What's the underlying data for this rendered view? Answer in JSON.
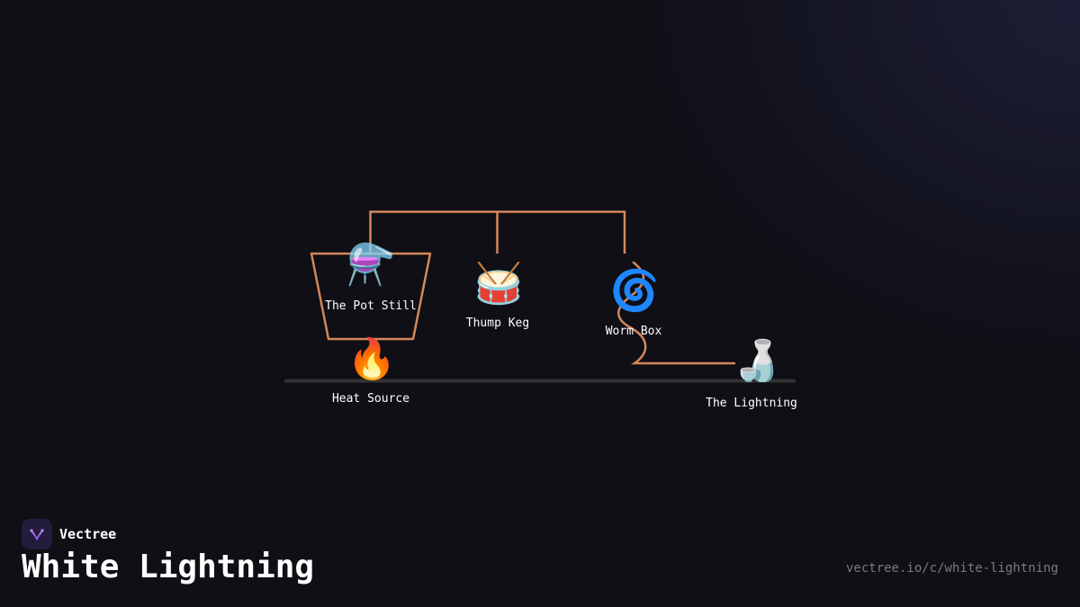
{
  "diagram": {
    "nodes": {
      "pot_still": {
        "label": "The Pot Still",
        "icon": "flask-icon",
        "emoji": "⚗️"
      },
      "thump_keg": {
        "label": "Thump Keg",
        "icon": "drum-icon",
        "emoji": "🥁"
      },
      "worm_box": {
        "label": "Worm Box",
        "icon": "cyclone-icon",
        "emoji": "🌀"
      },
      "heat_source": {
        "label": "Heat Source",
        "icon": "fire-icon",
        "emoji": "🔥"
      },
      "lightning": {
        "label": "The Lightning",
        "icon": "sake-bottle-icon",
        "emoji": "🍶"
      }
    },
    "colors": {
      "pipe": "#d4875a",
      "ground": "#333333"
    }
  },
  "footer": {
    "brand": "Vectree",
    "title": "White Lightning",
    "url": "vectree.io/c/white-lightning"
  }
}
